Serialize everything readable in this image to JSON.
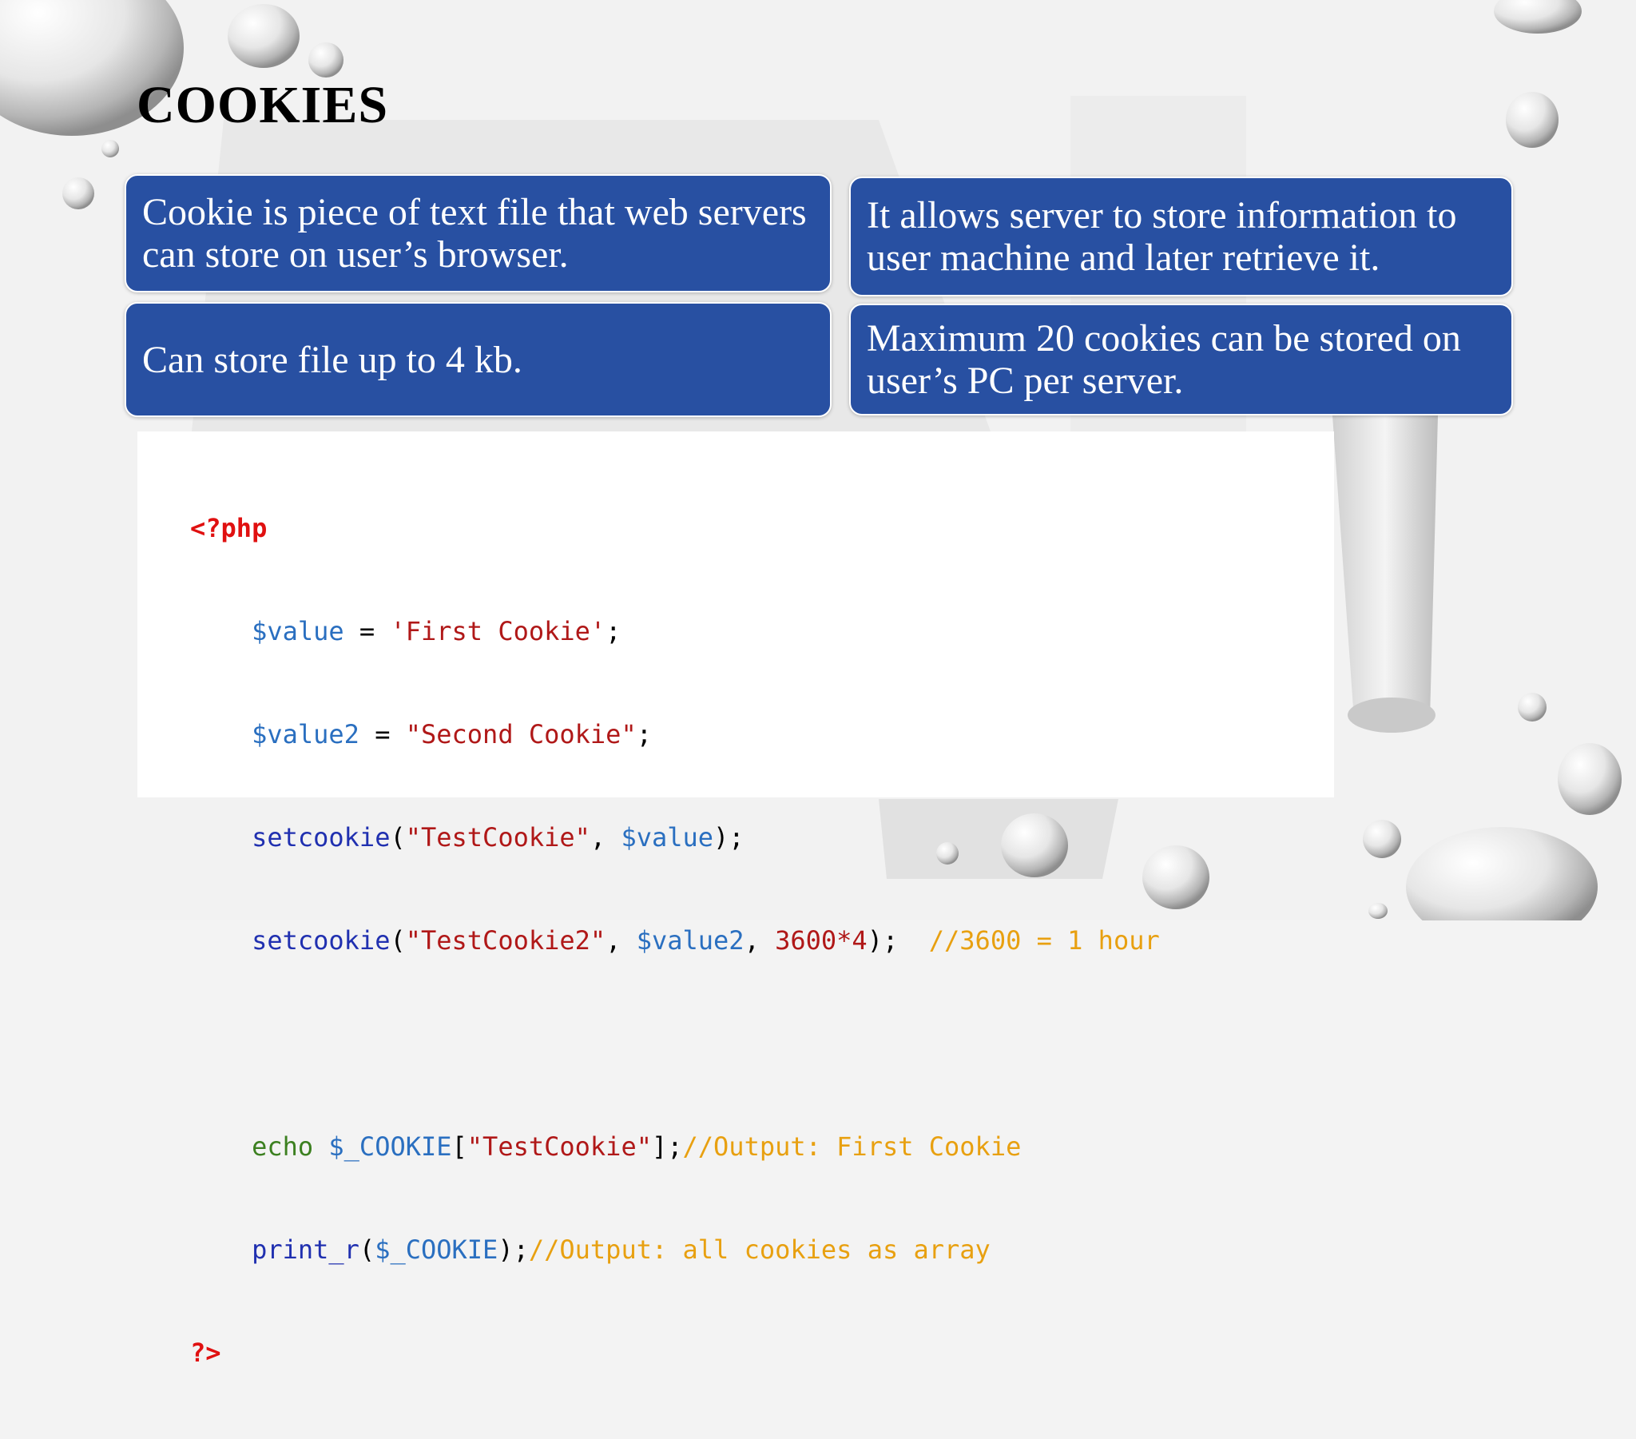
{
  "slide": {
    "title": "COOKIES"
  },
  "boxes": [
    {
      "text": "Cookie is piece of text file that web servers can store on user’s browser."
    },
    {
      "text": "It allows server to store information to user machine and later retrieve it."
    },
    {
      "text": "Can store file up to 4 kb."
    },
    {
      "text": "Maximum 20 cookies can be stored on user’s PC per server."
    }
  ],
  "code": {
    "open_tag": "<?php",
    "l1_var": "$value",
    "l1_eq": " = ",
    "l1_str": "'First Cookie'",
    "l1_end": ";",
    "l2_var": "$value2",
    "l2_eq": " = ",
    "l2_str": "\"Second Cookie\"",
    "l2_end": ";",
    "l3_fn": "setcookie",
    "l3_p1": "(",
    "l3_str": "\"TestCookie\"",
    "l3_c": ", ",
    "l3_var": "$value",
    "l3_end": ");",
    "l4_fn": "setcookie",
    "l4_p1": "(",
    "l4_str": "\"TestCookie2\"",
    "l4_c": ", ",
    "l4_var": "$value2",
    "l4_c2": ", ",
    "l4_num": "3600*4",
    "l4_end": ");  ",
    "l4_cm": "//3600 = 1 hour",
    "l6_echo": "echo",
    "l6_sp": " ",
    "l6_var": "$_COOKIE",
    "l6_br1": "[",
    "l6_str": "\"TestCookie\"",
    "l6_br2": "];",
    "l6_cm": "//Output: First Cookie",
    "l7_fn": "print_r",
    "l7_p1": "(",
    "l7_var": "$_COOKIE",
    "l7_end": ");",
    "l7_cm": "//Output: all cookies as array",
    "close_tag": "?>"
  },
  "colors": {
    "box_fill": "#2850a2",
    "keyword": "#e01010",
    "variable": "#2a6fc0",
    "function": "#2030b0",
    "string": "#b01818",
    "comment": "#e8a010",
    "echo": "#3c8020"
  }
}
